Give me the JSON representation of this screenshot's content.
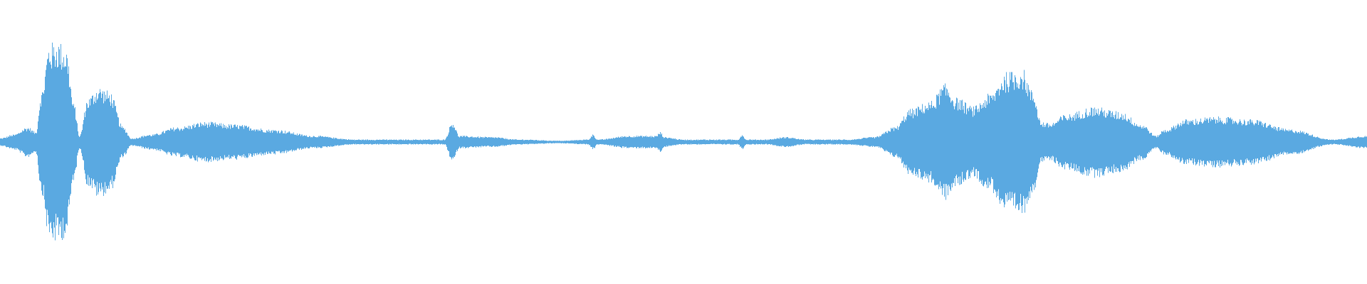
{
  "waveform": {
    "color": "#5aa9e1",
    "background": "#ffffff",
    "peak_scale": 1.0,
    "envelope": [
      [
        0.0,
        0.03
      ],
      [
        0.01,
        0.06
      ],
      [
        0.02,
        0.12
      ],
      [
        0.026,
        0.08
      ],
      [
        0.03,
        0.4
      ],
      [
        0.036,
        0.78
      ],
      [
        0.042,
        0.8
      ],
      [
        0.048,
        0.75
      ],
      [
        0.054,
        0.3
      ],
      [
        0.058,
        0.05
      ],
      [
        0.064,
        0.35
      ],
      [
        0.072,
        0.44
      ],
      [
        0.08,
        0.4
      ],
      [
        0.09,
        0.12
      ],
      [
        0.096,
        0.03
      ],
      [
        0.11,
        0.06
      ],
      [
        0.13,
        0.12
      ],
      [
        0.15,
        0.16
      ],
      [
        0.17,
        0.14
      ],
      [
        0.2,
        0.1
      ],
      [
        0.23,
        0.05
      ],
      [
        0.26,
        0.02
      ],
      [
        0.3,
        0.02
      ],
      [
        0.325,
        0.02
      ],
      [
        0.331,
        0.16
      ],
      [
        0.336,
        0.05
      ],
      [
        0.36,
        0.04
      ],
      [
        0.38,
        0.02
      ],
      [
        0.41,
        0.01
      ],
      [
        0.43,
        0.02
      ],
      [
        0.434,
        0.06
      ],
      [
        0.437,
        0.02
      ],
      [
        0.46,
        0.05
      ],
      [
        0.48,
        0.05
      ],
      [
        0.483,
        0.08
      ],
      [
        0.486,
        0.04
      ],
      [
        0.5,
        0.02
      ],
      [
        0.52,
        0.02
      ],
      [
        0.54,
        0.02
      ],
      [
        0.543,
        0.06
      ],
      [
        0.546,
        0.02
      ],
      [
        0.56,
        0.02
      ],
      [
        0.575,
        0.04
      ],
      [
        0.59,
        0.02
      ],
      [
        0.62,
        0.02
      ],
      [
        0.64,
        0.04
      ],
      [
        0.655,
        0.12
      ],
      [
        0.666,
        0.26
      ],
      [
        0.68,
        0.32
      ],
      [
        0.692,
        0.46
      ],
      [
        0.7,
        0.35
      ],
      [
        0.712,
        0.28
      ],
      [
        0.724,
        0.38
      ],
      [
        0.736,
        0.55
      ],
      [
        0.748,
        0.58
      ],
      [
        0.756,
        0.4
      ],
      [
        0.762,
        0.16
      ],
      [
        0.768,
        0.15
      ],
      [
        0.78,
        0.22
      ],
      [
        0.8,
        0.28
      ],
      [
        0.82,
        0.24
      ],
      [
        0.836,
        0.14
      ],
      [
        0.846,
        0.05
      ],
      [
        0.852,
        0.1
      ],
      [
        0.868,
        0.18
      ],
      [
        0.89,
        0.2
      ],
      [
        0.915,
        0.18
      ],
      [
        0.945,
        0.1
      ],
      [
        0.975,
        0.02
      ],
      [
        1.0,
        0.05
      ]
    ]
  }
}
